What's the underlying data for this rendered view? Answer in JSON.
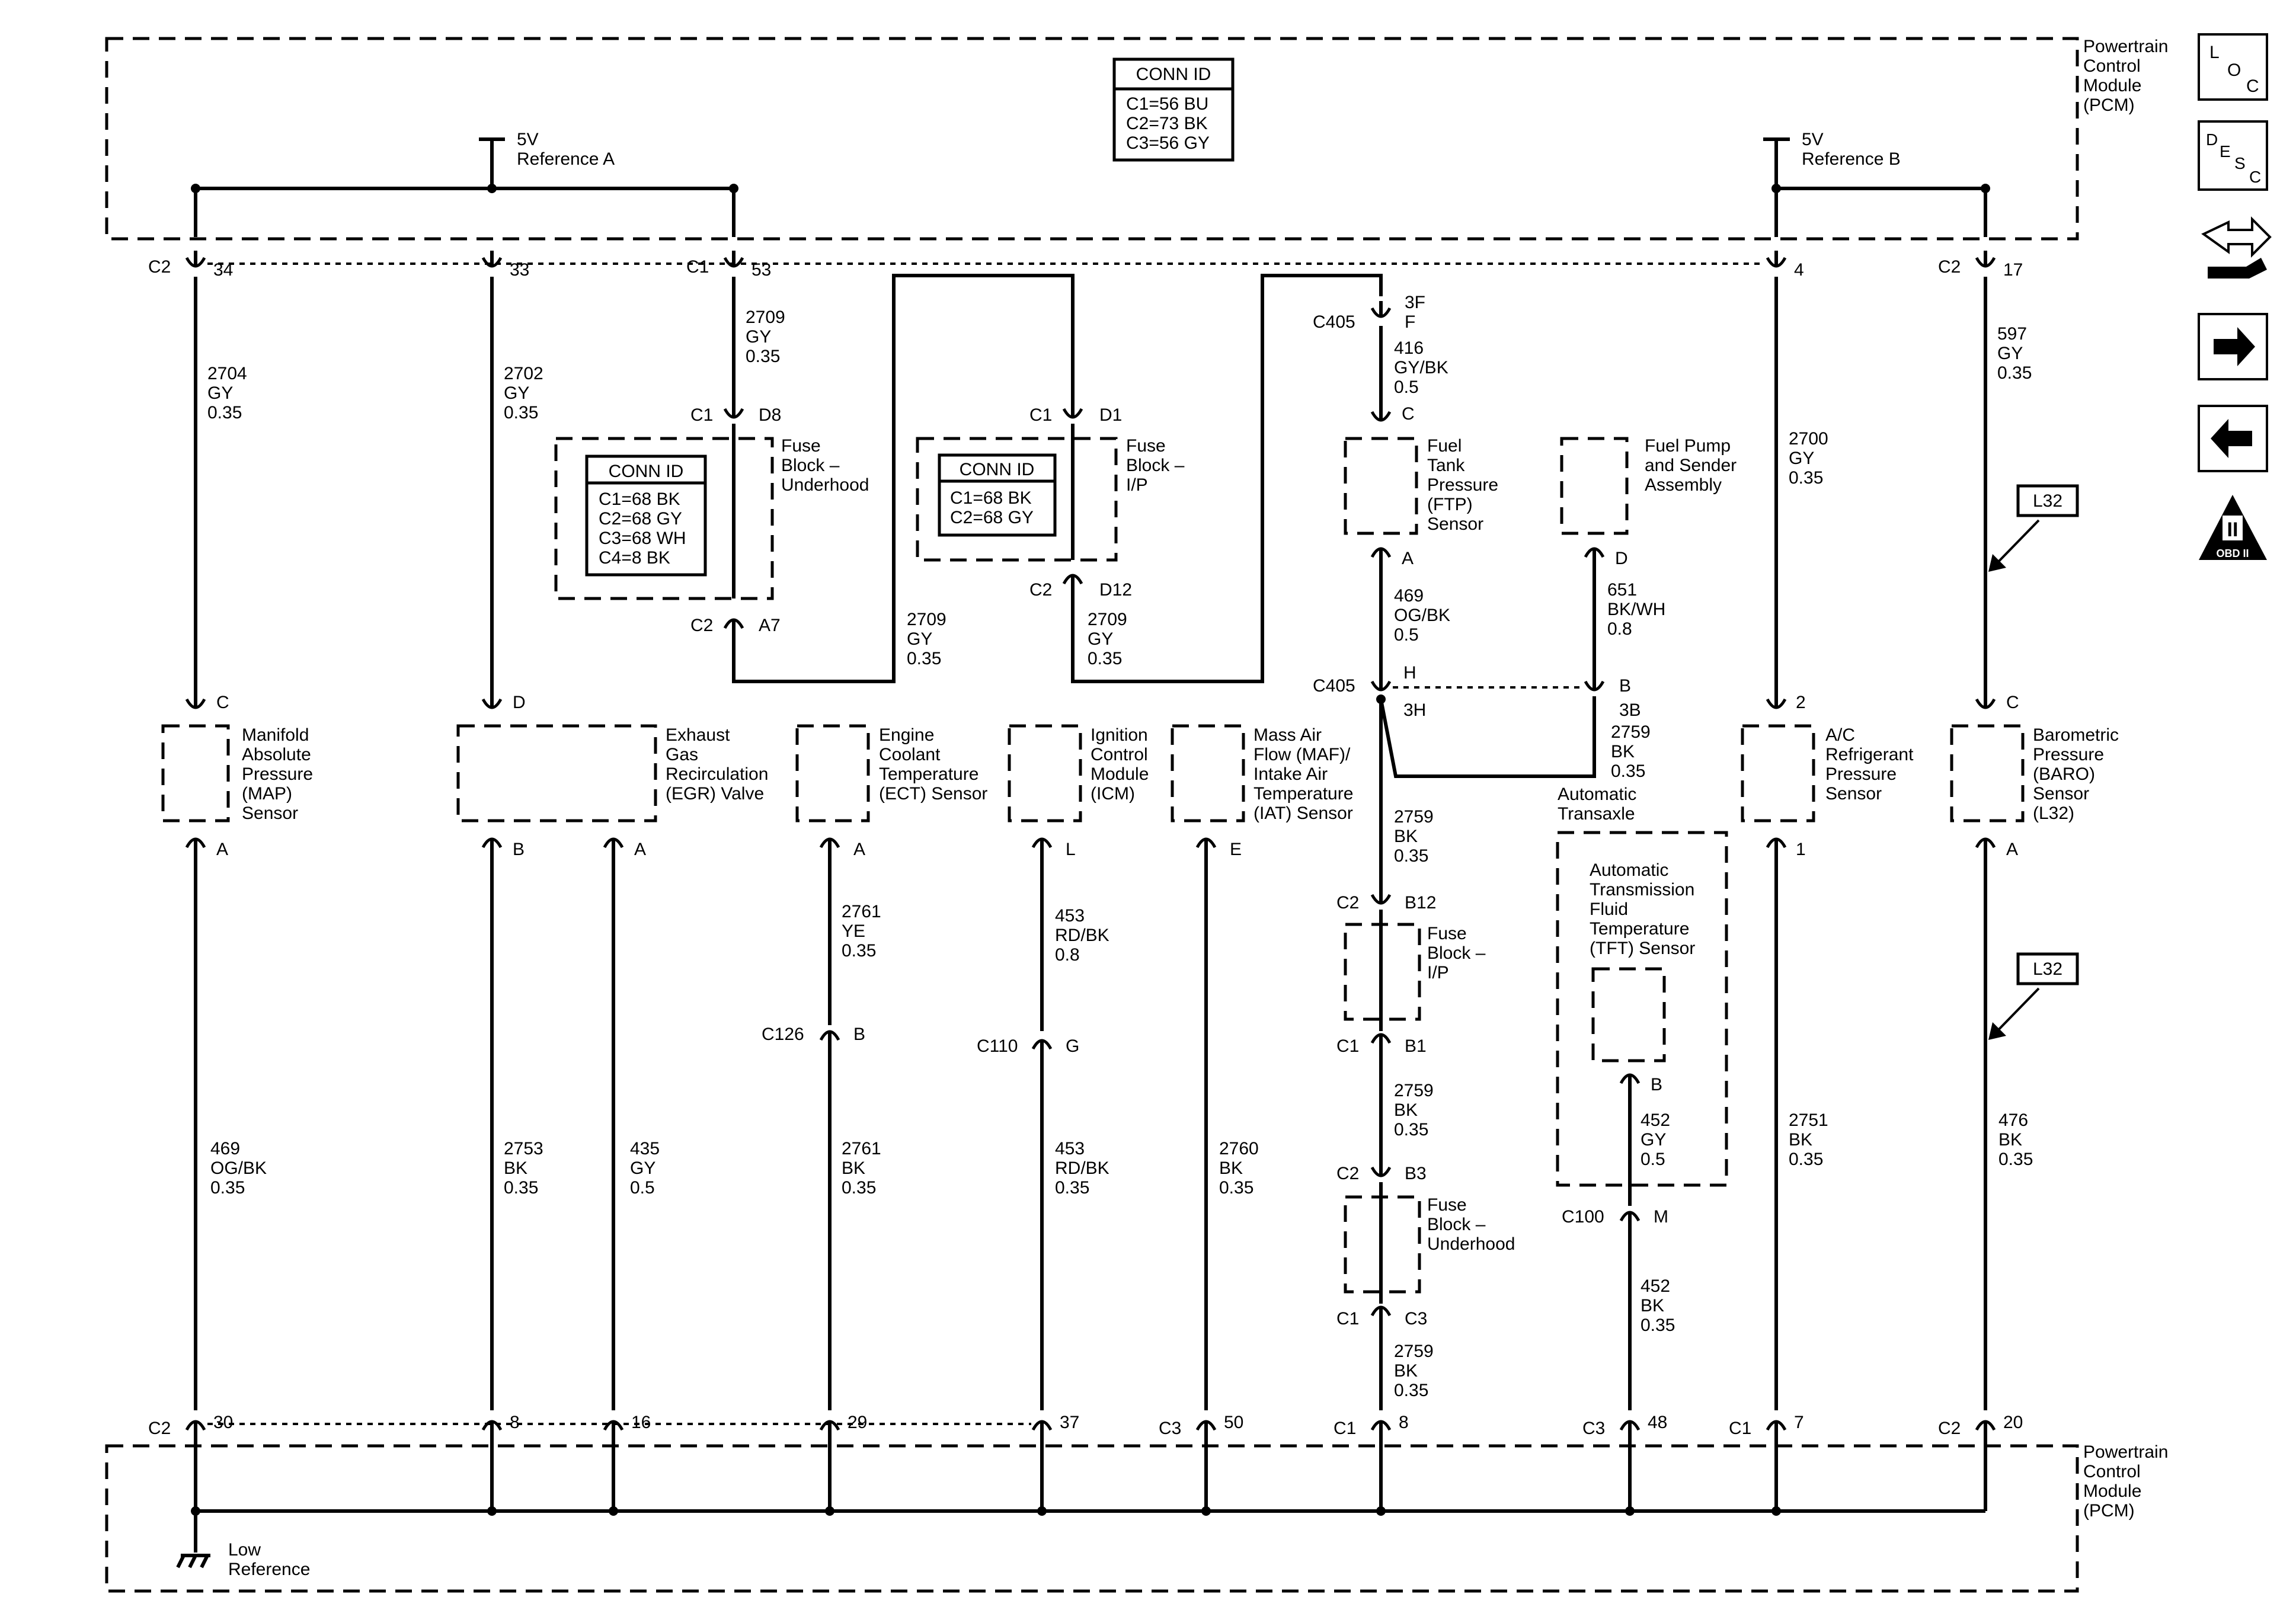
{
  "pcm_top": {
    "label": [
      "Powertrain",
      "Control",
      "Module",
      "(PCM)"
    ]
  },
  "pcm_bottom": {
    "label": [
      "Powertrain",
      "Control",
      "Module",
      "(PCM)"
    ]
  },
  "pcm_conn_id": {
    "title": "CONN ID",
    "lines": [
      "C1=56 BU",
      "C2=73 BK",
      "C3=56 GY"
    ]
  },
  "fuse_uh_conn_id": {
    "title": "CONN ID",
    "lines": [
      "C1=68 BK",
      "C2=68 GY",
      "C3=68 WH",
      "C4=8 BK"
    ]
  },
  "fuse_ip_conn_id": {
    "title": "CONN ID",
    "lines": [
      "C1=68 BK",
      "C2=68 GY"
    ]
  },
  "ref_a": [
    "5V",
    "Reference A"
  ],
  "ref_b": [
    "5V",
    "Reference B"
  ],
  "low_ref": [
    "Low",
    "Reference"
  ],
  "fuse_uh_top_label": [
    "Fuse",
    "Block –",
    "Underhood"
  ],
  "fuse_ip_top_label": [
    "Fuse",
    "Block –",
    "I/P"
  ],
  "fuse_ip_mid_label": [
    "Fuse",
    "Block –",
    "I/P"
  ],
  "fuse_uh_mid_label": [
    "Fuse",
    "Block –",
    "Underhood"
  ],
  "components": {
    "map": [
      "Manifold",
      "Absolute",
      "Pressure",
      "(MAP)",
      "Sensor"
    ],
    "egr": [
      "Exhaust",
      "Gas",
      "Recirculation",
      "(EGR) Valve"
    ],
    "ect": [
      "Engine",
      "Coolant",
      "Temperature",
      "(ECT) Sensor"
    ],
    "icm": [
      "Ignition",
      "Control",
      "Module",
      "(ICM)"
    ],
    "maf": [
      "Mass Air",
      "Flow (MAF)/",
      "Intake Air",
      "Temperature",
      "(IAT) Sensor"
    ],
    "ftp": [
      "Fuel",
      "Tank",
      "Pressure",
      "(FTP)",
      "Sensor"
    ],
    "fuel_pump": [
      "Fuel Pump",
      "and Sender",
      "Assembly"
    ],
    "auto_transaxle": [
      "Automatic",
      "Transaxle"
    ],
    "tft": [
      "Automatic",
      "Transmission",
      "Fluid",
      "Temperature",
      "(TFT) Sensor"
    ],
    "ac": [
      "A/C",
      "Refrigerant",
      "Pressure",
      "Sensor"
    ],
    "baro": [
      "Barometric",
      "Pressure",
      "(BARO)",
      "Sensor",
      "(L32)"
    ]
  },
  "options": [
    "L32",
    "L32"
  ],
  "side_icons": [
    {
      "name": "loc-icon",
      "letters": [
        "L",
        "O",
        "C"
      ]
    },
    {
      "name": "desc-icon",
      "letters": [
        "D",
        "E",
        "S",
        "C"
      ]
    },
    {
      "name": "schematic-nav-icon",
      "letters": []
    },
    {
      "name": "next-arrow-icon",
      "letters": []
    },
    {
      "name": "prev-arrow-icon",
      "letters": []
    },
    {
      "name": "obd-ii-icon",
      "letters": [
        "II",
        "OBD II"
      ]
    }
  ],
  "texts": [
    [
      "C2",
      "34",
      "2704",
      "GY",
      "0.35"
    ],
    [
      "33",
      "2702",
      "GY",
      "0.35"
    ],
    [
      "C1",
      "53",
      "2709",
      "GY",
      "0.35",
      "C1",
      "D8",
      "C2",
      "A7"
    ],
    [
      "2709",
      "GY",
      "0.35"
    ],
    [
      "C1",
      "D1",
      "C2",
      "D12",
      "2709",
      "GY",
      "0.35"
    ],
    [
      "3F",
      "C405",
      "F",
      "416",
      "GY/BK",
      "0.5",
      "C",
      "A",
      "469",
      "OG/BK",
      "0.5",
      "C405",
      "H",
      "3H"
    ],
    [
      "D",
      "651",
      "BK/WH",
      "0.8",
      "B",
      "3B",
      "2759",
      "BK",
      "0.35"
    ],
    [
      "4",
      "2700",
      "GY",
      "0.35"
    ],
    [
      "C2",
      "17",
      "597",
      "GY",
      "0.35"
    ]
  ],
  "wire_labels": {
    "t_map": [
      "2704",
      "GY",
      "0.35"
    ],
    "t_egr": [
      "2702",
      "GY",
      "0.35"
    ],
    "t_2709a": [
      "2709",
      "GY",
      "0.35"
    ],
    "t_2709b": [
      "2709",
      "GY",
      "0.35"
    ],
    "t_2709c": [
      "2709",
      "GY",
      "0.35"
    ],
    "t_416": [
      "416",
      "GY/BK",
      "0.5"
    ],
    "t_469a": [
      "469",
      "OG/BK",
      "0.5"
    ],
    "t_651": [
      "651",
      "BK/WH",
      "0.8"
    ],
    "t_2759a": [
      "2759",
      "BK",
      "0.35"
    ],
    "t_2700": [
      "2700",
      "GY",
      "0.35"
    ],
    "t_597": [
      "597",
      "GY",
      "0.35"
    ],
    "b_469": [
      "469",
      "OG/BK",
      "0.35"
    ],
    "b_2753": [
      "2753",
      "BK",
      "0.35"
    ],
    "b_435": [
      "435",
      "GY",
      "0.5"
    ],
    "b_2761ye": [
      "2761",
      "YE",
      "0.35"
    ],
    "b_2761bk": [
      "2761",
      "BK",
      "0.35"
    ],
    "b_453a": [
      "453",
      "RD/BK",
      "0.8"
    ],
    "b_453b": [
      "453",
      "RD/BK",
      "0.35"
    ],
    "b_2760": [
      "2760",
      "BK",
      "0.35"
    ],
    "b_2759b": [
      "2759",
      "BK",
      "0.35"
    ],
    "b_2759c": [
      "2759",
      "BK",
      "0.35"
    ],
    "b_2759d": [
      "2759",
      "BK",
      "0.35"
    ],
    "b_2759e": [
      "2759",
      "BK",
      "0.35"
    ],
    "b_452a": [
      "452",
      "GY",
      "0.5"
    ],
    "b_452b": [
      "452",
      "BK",
      "0.35"
    ],
    "b_2751": [
      "2751",
      "BK",
      "0.35"
    ],
    "b_476": [
      "476",
      "BK",
      "0.35"
    ]
  },
  "pins": {
    "top": [
      {
        "c": "C2",
        "p": "34"
      },
      {
        "c": "",
        "p": "33"
      },
      {
        "c": "C1",
        "p": "53"
      },
      {
        "c": "",
        "p": "4"
      },
      {
        "c": "C2",
        "p": "17"
      }
    ],
    "bottom": [
      {
        "c": "C2",
        "p": "30"
      },
      {
        "c": "",
        "p": "8"
      },
      {
        "c": "",
        "p": "16"
      },
      {
        "c": "",
        "p": "29"
      },
      {
        "c": "",
        "p": "37"
      },
      {
        "c": "C3",
        "p": "50"
      },
      {
        "c": "C1",
        "p": "8"
      },
      {
        "c": "C3",
        "p": "48"
      },
      {
        "c": "C1",
        "p": "7"
      },
      {
        "c": "C2",
        "p": "20"
      }
    ]
  },
  "connector_labels": {
    "fuse_uh_top_in": [
      "C1",
      "D8"
    ],
    "fuse_uh_top_out": [
      "C2",
      "A7"
    ],
    "fuse_ip_top_in": [
      "C1",
      "D1"
    ],
    "fuse_ip_top_out": [
      "C2",
      "D12"
    ],
    "c405_top": [
      "C405",
      "3F",
      "F"
    ],
    "ftp_in": [
      "C"
    ],
    "ftp_out": [
      "A"
    ],
    "c405_mid": [
      "C405",
      "H",
      "3H"
    ],
    "pump_out": [
      "D"
    ],
    "pump_c405": [
      "B",
      "3B"
    ],
    "map_c": [
      "C"
    ],
    "map_a": [
      "A"
    ],
    "egr_d": [
      "D"
    ],
    "egr_b": [
      "B"
    ],
    "egr_a": [
      "A"
    ],
    "ect_a": [
      "A"
    ],
    "icm_l": [
      "L"
    ],
    "maf_e": [
      "E"
    ],
    "ac_2": [
      "2"
    ],
    "ac_1": [
      "1"
    ],
    "baro_c": [
      "C"
    ],
    "baro_a": [
      "A"
    ],
    "c126": [
      "C126",
      "B"
    ],
    "c110": [
      "C110",
      "G"
    ],
    "fuse_ip_mid_in": [
      "C2",
      "B12"
    ],
    "fuse_ip_mid_out": [
      "C1",
      "B1"
    ],
    "fuse_uh_mid_in": [
      "C2",
      "B3"
    ],
    "fuse_uh_mid_out": [
      "C1",
      "C3"
    ],
    "tft_b": [
      "B"
    ],
    "c100": [
      "C100",
      "M"
    ]
  }
}
